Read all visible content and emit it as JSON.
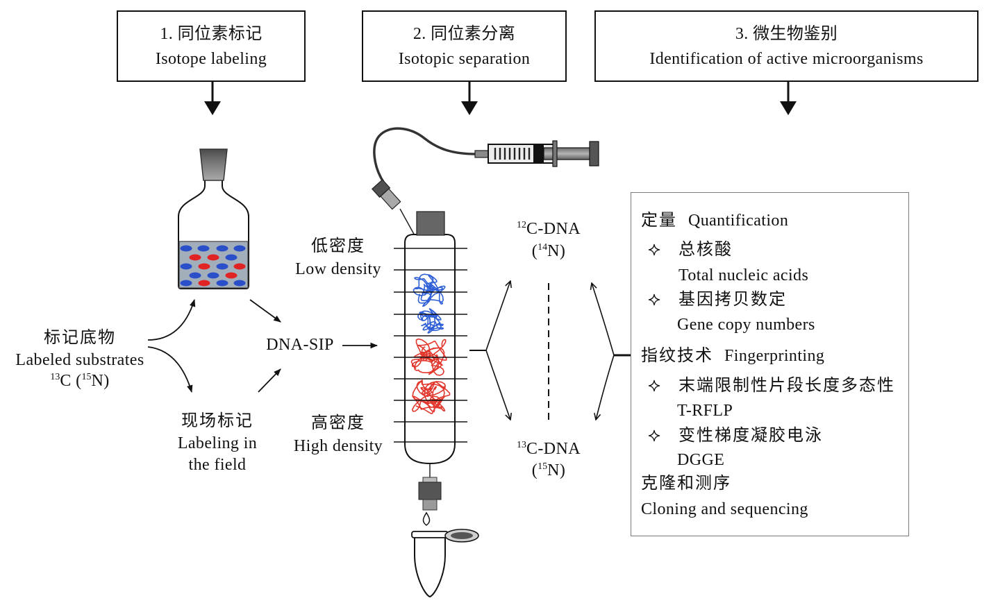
{
  "steps": [
    {
      "zh": "1. 同位素标记",
      "en": "Isotope labeling"
    },
    {
      "zh": "2. 同位素分离",
      "en": "Isotopic separation"
    },
    {
      "zh": "3. 微生物鉴别",
      "en": "Identification of active microorganisms"
    }
  ],
  "substrate": {
    "zh": "标记底物",
    "en": "Labeled substrates",
    "isotope": {
      "c_mass": "13",
      "c_text": "C (",
      "n_mass": "15",
      "n_text": "N)"
    }
  },
  "field_labeling": {
    "zh": "现场标记",
    "en_line1": "Labeling in",
    "en_line2": "the field"
  },
  "method": "DNA-SIP",
  "gradient": {
    "low": {
      "zh": "低密度",
      "en": "Low density"
    },
    "high": {
      "zh": "高密度",
      "en": "High density"
    }
  },
  "fractions": {
    "light": {
      "mass": "12",
      "label": "C-DNA",
      "n_open": "(",
      "n_mass": "14",
      "n_close": "N)"
    },
    "heavy": {
      "mass": "13",
      "label": "C-DNA",
      "n_open": "(",
      "n_mass": "15",
      "n_close": "N)"
    }
  },
  "analysis": {
    "quantification": {
      "zh": "定量",
      "en": "Quantification",
      "items": [
        {
          "zh": "总核酸",
          "en": "Total nucleic acids"
        },
        {
          "zh": "基因拷贝数定",
          "en": "Gene copy numbers"
        }
      ]
    },
    "fingerprinting": {
      "zh": "指纹技术",
      "en": "Fingerprinting",
      "items": [
        {
          "zh": "末端限制性片段长度多态性",
          "en": "T-RFLP"
        },
        {
          "zh": "变性梯度凝胶电泳",
          "en": "DGGE"
        }
      ]
    },
    "cloning": {
      "zh": "克隆和测序",
      "en": "Cloning and sequencing"
    }
  },
  "icons": {
    "bullet": "four-point-star-icon",
    "bottle": "culture-bottle-icon",
    "column": "centrifuge-tube-icon",
    "syringe": "syringe-icon",
    "collection_tube": "microcentrifuge-tube-icon"
  },
  "colors": {
    "light_dna": "#2f5fd6",
    "heavy_dna": "#e2372c",
    "cell_blue": "#2b4fc9",
    "cell_red": "#e02424",
    "medium": "#a3aebb"
  }
}
